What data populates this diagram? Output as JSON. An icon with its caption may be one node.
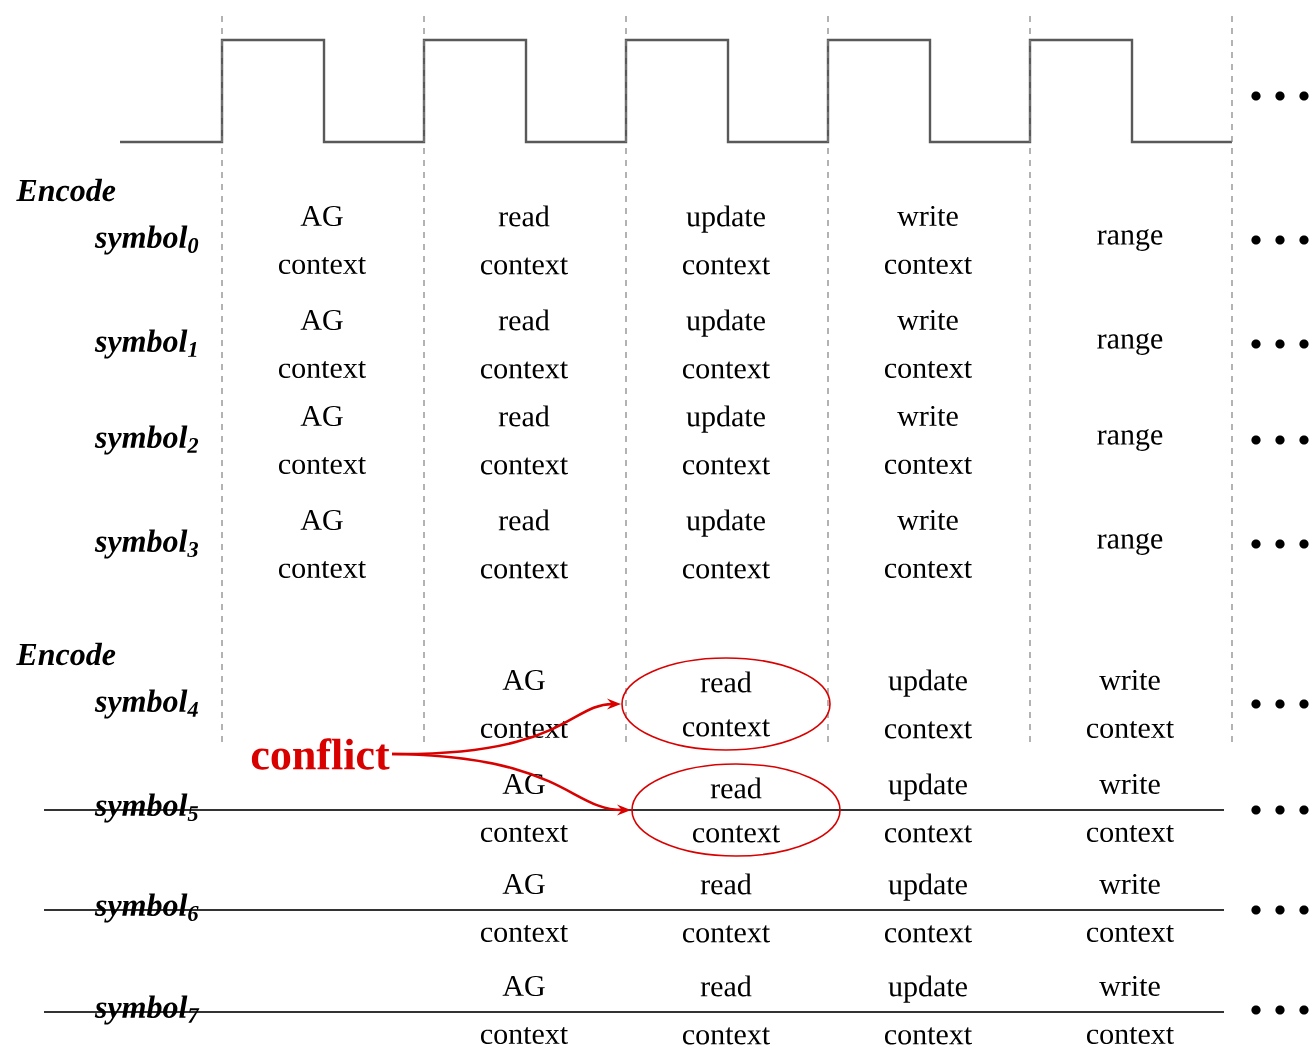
{
  "diagram": {
    "nodes": [
      {
        "text": [
          "conflict"
        ]
      },
      {
        "text": [
          "read context"
        ]
      },
      {
        "text": [
          "read context"
        ]
      }
    ],
    "edges": [
      {
        "from": 0,
        "to": 1,
        "arrow": "to"
      },
      {
        "from": 0,
        "to": 2,
        "arrow": "to"
      }
    ],
    "labels": [
      "Encode",
      "symbol$_{0}$",
      "AG context",
      "read context",
      "update context",
      "write context",
      "range",
      "symbol$_{1}$",
      "AG context",
      "read context",
      "update context",
      "write context",
      "range",
      "symbol$_{2}$",
      "AG context",
      "read context",
      "update context",
      "write context",
      "range",
      "symbol$_{3}$",
      "AG context",
      "read context",
      "update context",
      "write context",
      "range",
      "Encode",
      "symbol$_{4}$",
      "AG context",
      "update context",
      "write context",
      "symbol$_{5}$",
      "AG context",
      "update context",
      "write context",
      "symbol$_{6}$",
      "AG context",
      "read context",
      "update context",
      "write context",
      "symbol$_{7}$",
      "AG context",
      "read context",
      "update context",
      "write context"
    ]
  }
}
